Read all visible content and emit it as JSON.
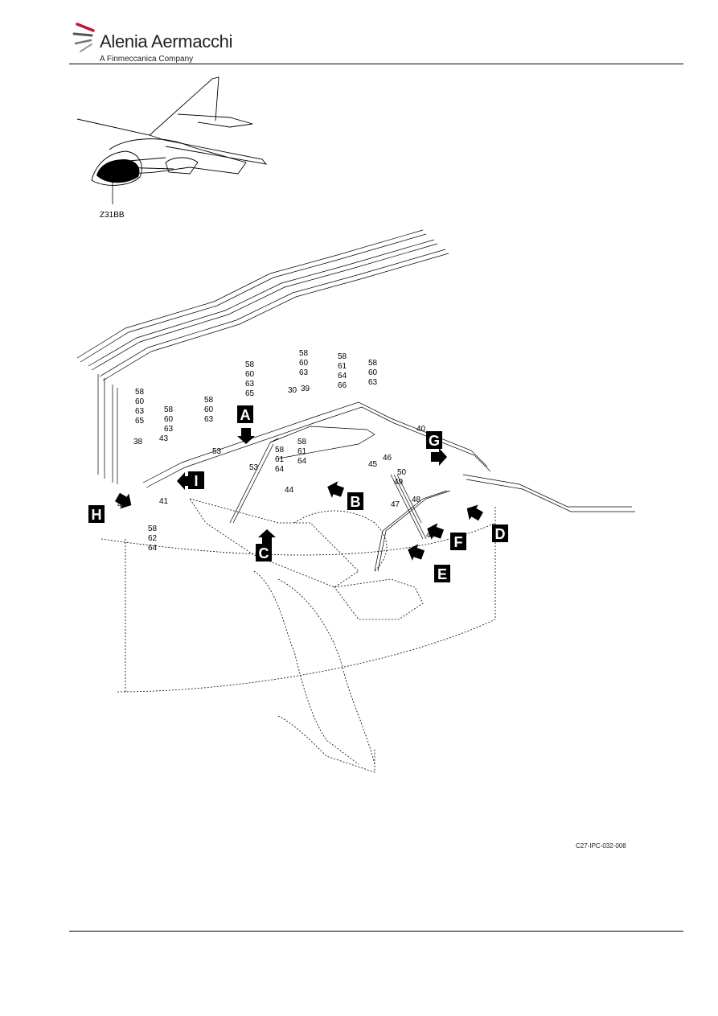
{
  "header": {
    "company": "Alenia Aermacchi",
    "tagline": "A Finmeccanica Company"
  },
  "figure": {
    "zone_label": "Z31BB",
    "figure_id": "C27-IPC-032-008",
    "view_letters": [
      "A",
      "B",
      "C",
      "D",
      "E",
      "F",
      "G",
      "H",
      "I"
    ],
    "callouts": {
      "c1": "58",
      "c2": "60",
      "c3": "63",
      "c4": "65",
      "c5": "58",
      "c6": "60",
      "c7": "63",
      "c8": "58",
      "c9": "61",
      "c10": "64",
      "c11": "66",
      "c12": "58",
      "c13": "60",
      "c14": "63",
      "c15": "30",
      "c16": "39",
      "c17": "58",
      "c18": "60",
      "c19": "63",
      "c20": "65",
      "c21": "38",
      "c22": "43",
      "c23": "58",
      "c24": "60",
      "c25": "63",
      "c26": "58",
      "c27": "60",
      "c28": "63",
      "c29": "40",
      "c30": "53",
      "c31": "53",
      "c32": "58",
      "c33": "61",
      "c34": "64",
      "c35": "58",
      "c36": "61",
      "c37": "64",
      "c38": "46",
      "c39": "45",
      "c40": "44",
      "c41": "50",
      "c42": "49",
      "c43": "47",
      "c44": "48",
      "c45": "40",
      "c46": "42",
      "c47": "41",
      "c48": "58",
      "c49": "62",
      "c50": "64"
    }
  },
  "colors": {
    "ink": "#000000",
    "rule": "#000000",
    "text": "#222222",
    "logo_accent": "#c8102e"
  }
}
